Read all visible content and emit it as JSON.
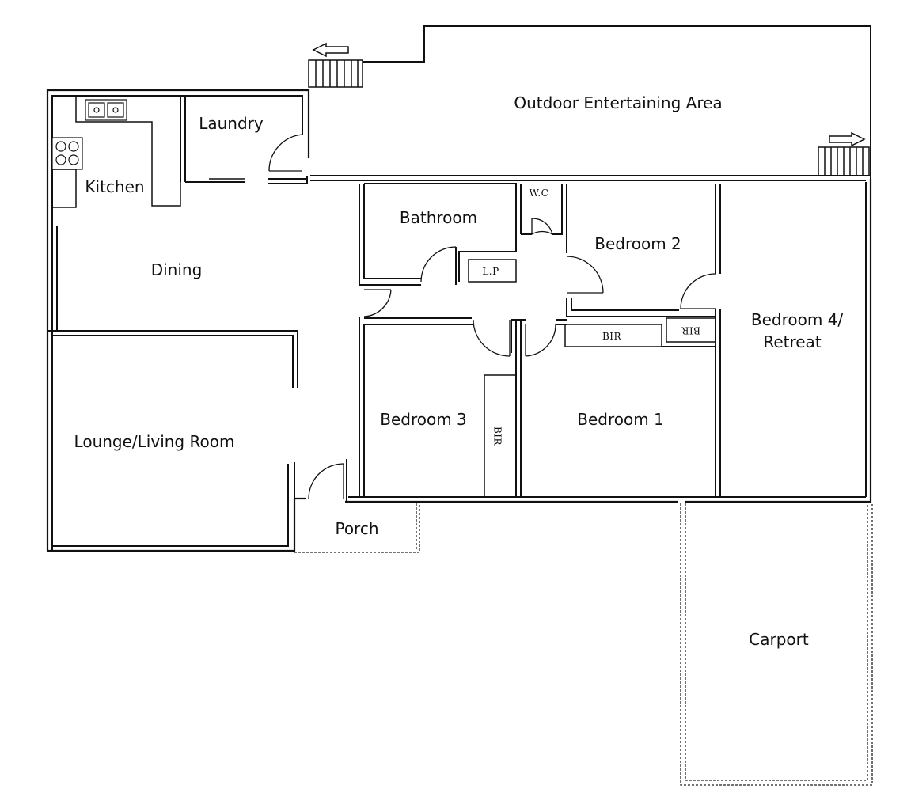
{
  "rooms": {
    "outdoor": "Outdoor Entertaining Area",
    "laundry": "Laundry",
    "kitchen": "Kitchen",
    "bathroom": "Bathroom",
    "wc": "W.C",
    "bedroom2": "Bedroom 2",
    "dining": "Dining",
    "lp": "L.P",
    "bedroom4_line1": "Bedroom 4/",
    "bedroom4_line2": "Retreat",
    "bir_bed1": "BIR",
    "bir_bed2": "BIR",
    "bir_bed3": "BIR",
    "bedroom3": "Bedroom 3",
    "bedroom1": "Bedroom 1",
    "lounge": "Lounge/Living Room",
    "porch": "Porch",
    "carport": "Carport"
  },
  "icons": [
    "arrow-left-icon",
    "arrow-right-icon",
    "stairs-icon",
    "sink-icon",
    "stove-icon"
  ],
  "colors": {
    "line": "#111111",
    "background": "#ffffff"
  }
}
